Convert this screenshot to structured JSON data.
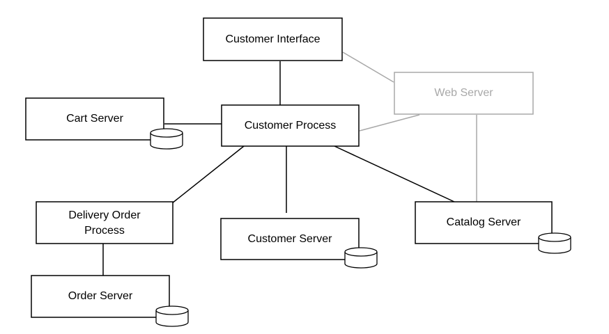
{
  "diagram": {
    "nodes": {
      "customer_interface": {
        "label": "Customer Interface"
      },
      "web_server": {
        "label": "Web Server"
      },
      "cart_server": {
        "label": "Cart Server"
      },
      "customer_process": {
        "label": "Customer Process"
      },
      "delivery_order_process": {
        "label_line1": "Delivery Order",
        "label_line2": "Process"
      },
      "customer_server": {
        "label": "Customer Server"
      },
      "catalog_server": {
        "label": "Catalog Server"
      },
      "order_server": {
        "label": "Order Server"
      }
    },
    "colors": {
      "line": "#000000",
      "muted": "#a8a8a8",
      "box_fill": "#ffffff"
    }
  }
}
